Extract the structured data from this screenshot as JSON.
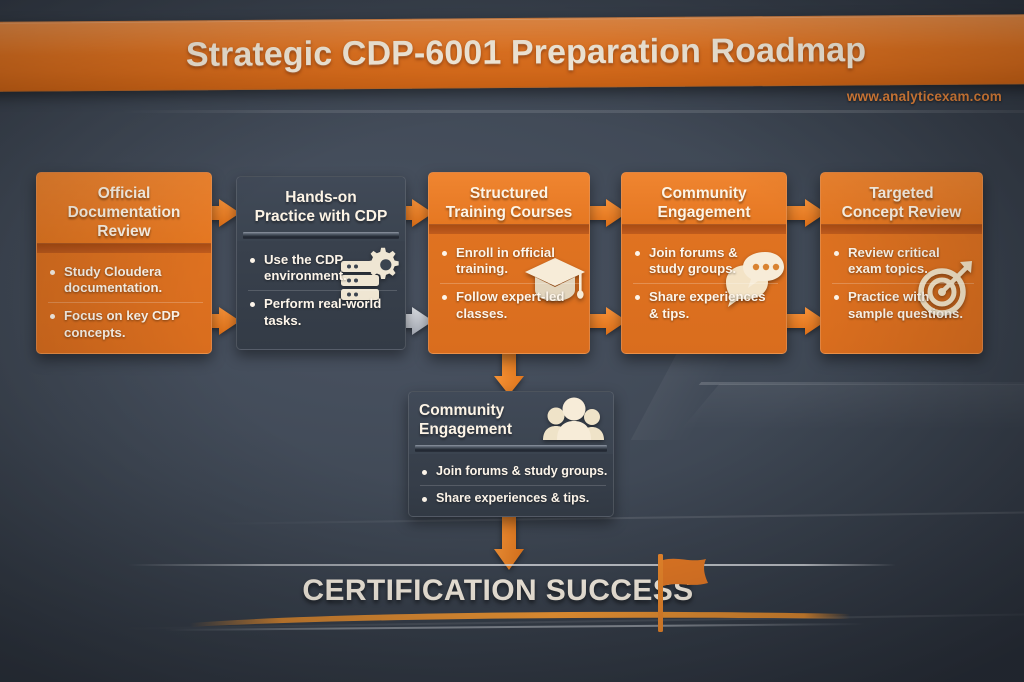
{
  "header": {
    "title_pre": "Strategic ",
    "title_mid": "CDP-6001",
    "title_post": " Preparation Roadmap",
    "title_full": "Strategic CDP-6001 Preparation Roadmap",
    "site_url": "www.analyticexam.com"
  },
  "colors": {
    "accent_orange": "#e87b26",
    "header_banner": "#ec7a24",
    "dark_panel": "#3a434f",
    "background": "#404956",
    "text_cream": "#fdf4e6",
    "separator_dark_orange": "#b4531a",
    "arrow_orange": "#ef8a2d",
    "arrow_gray": "#c9ccd2",
    "url_orange": "#e2833b"
  },
  "steps": [
    {
      "id": "official-documentation-review",
      "title": "Official\nDocumentation\nReview",
      "title_lines": [
        "Official",
        "Documentation",
        "Review"
      ],
      "theme": "orange",
      "icon": null,
      "bullets": [
        "Study Cloudera documentation.",
        "Focus on key CDP concepts."
      ]
    },
    {
      "id": "hands-on-practice-with-cdp",
      "title": "Hands-on\nPractice with CDP",
      "title_lines": [
        "Hands-on",
        "Practice with CDP"
      ],
      "theme": "dark",
      "icon": "server-gear-icon",
      "bullets": [
        "Use the CDP environment.",
        "Perform real-world tasks."
      ]
    },
    {
      "id": "structured-training-courses",
      "title": "Structured\nTraining Courses",
      "title_lines": [
        "Structured",
        "Training Courses"
      ],
      "theme": "orange",
      "icon": "graduation-cap-icon",
      "bullets": [
        "Enroll in official training.",
        "Follow expert-led classes."
      ]
    },
    {
      "id": "community-engagement",
      "title": "Community\nEngagement",
      "title_lines": [
        "Community",
        "Engagement"
      ],
      "theme": "orange",
      "icon": "chat-bubbles-icon",
      "bullets": [
        "Join forums & study groups.",
        "Share experiences & tips."
      ]
    },
    {
      "id": "targeted-concept-review",
      "title": "Targeted\nConcept Review",
      "title_lines": [
        "Targeted",
        "Concept Review"
      ],
      "theme": "orange",
      "icon": "target-dartboard-icon",
      "bullets": [
        "Review critical exam topics.",
        "Practice with sample questions."
      ]
    }
  ],
  "lower_step": {
    "id": "community-engagement-summary",
    "title_lines": [
      "Community",
      "Engagement"
    ],
    "theme": "dark",
    "icon": "people-group-icon",
    "bullets": [
      "Join forums & study groups.",
      "Share experiences & tips."
    ]
  },
  "arrows": [
    {
      "id": "arrow-step1-top-to-step2",
      "color": "orange",
      "direction": "right"
    },
    {
      "id": "arrow-step1-bottom-to-step2",
      "color": "orange",
      "direction": "right"
    },
    {
      "id": "arrow-step2-top-to-step3",
      "color": "orange",
      "direction": "right"
    },
    {
      "id": "arrow-step2-bottom-to-step3",
      "color": "gray",
      "direction": "right"
    },
    {
      "id": "arrow-step3-top-to-step4",
      "color": "orange",
      "direction": "right"
    },
    {
      "id": "arrow-step3-bottom-to-step4",
      "color": "orange",
      "direction": "right"
    },
    {
      "id": "arrow-step4-top-to-step5",
      "color": "orange",
      "direction": "right"
    },
    {
      "id": "arrow-step4-bottom-to-step5",
      "color": "orange",
      "direction": "right"
    },
    {
      "id": "arrow-step3-down-to-lower",
      "color": "orange",
      "direction": "down"
    },
    {
      "id": "arrow-lower-down-to-certification",
      "color": "orange",
      "direction": "down"
    }
  ],
  "footer": {
    "certification_text": "CERTIFICATION SUCCESS",
    "flag_icon": "flag-icon"
  }
}
